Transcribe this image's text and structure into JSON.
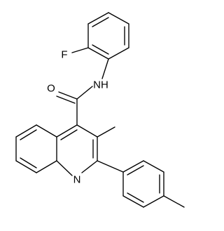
{
  "atom_labels": {
    "fluorine": "F",
    "amide_oxygen": "O",
    "amide_nitrogen": "NH",
    "ring_nitrogen": "N"
  }
}
